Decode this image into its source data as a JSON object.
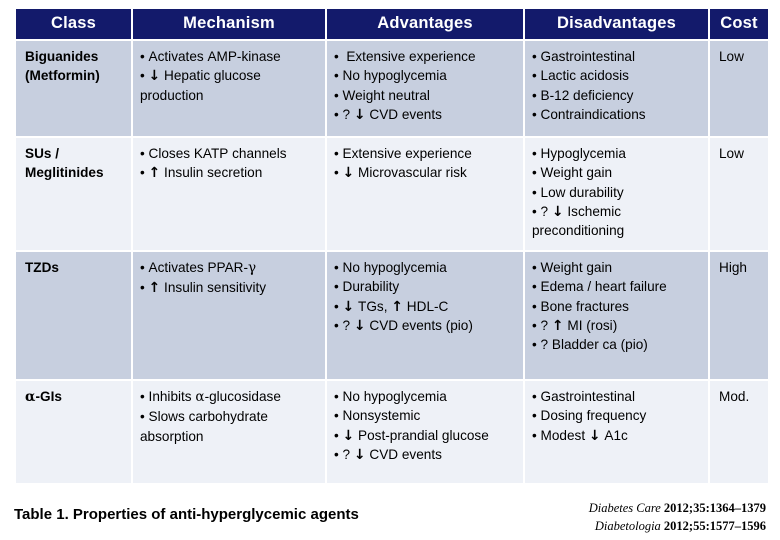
{
  "table": {
    "headers": [
      "Class",
      "Mechanism",
      "Advantages",
      "Disadvantages",
      "Cost"
    ],
    "header_bg": "#131a6b",
    "header_fg": "#ffffff",
    "row_shades": [
      "#c7cfdf",
      "#eef1f7"
    ],
    "rows": [
      {
        "class": [
          "Biguanides",
          "(Metformin)"
        ],
        "mechanism": [
          "• Activates AMP-kinase",
          "• ↓ Hepatic glucose",
          "production"
        ],
        "advantages": [
          "•  Extensive experience",
          "• No hypoglycemia",
          "• Weight neutral",
          "• ? ↓ CVD events"
        ],
        "disadvantages": [
          "• Gastrointestinal",
          "• Lactic acidosis",
          "• B-12 deficiency",
          "• Contraindications"
        ],
        "cost": "Low"
      },
      {
        "class": [
          "SUs /",
          "Meglitinides"
        ],
        "mechanism": [
          "• Closes KATP channels",
          "• ↑ Insulin secretion"
        ],
        "advantages": [
          "• Extensive experience",
          "• ↓ Microvascular risk"
        ],
        "disadvantages": [
          "• Hypoglycemia",
          "• Weight gain",
          "• Low durability",
          "• ? ↓ Ischemic",
          "preconditioning"
        ],
        "cost": "Low"
      },
      {
        "class": [
          "TZDs"
        ],
        "mechanism": [
          "• Activates PPAR-γ",
          "• ↑ Insulin sensitivity"
        ],
        "advantages": [
          "• No hypoglycemia",
          "• Durability",
          "• ↓ TGs, ↑ HDL-C",
          "• ? ↓ CVD events (pio)"
        ],
        "disadvantages": [
          "• Weight gain",
          "• Edema / heart failure",
          "• Bone fractures",
          "• ? ↑ MI (rosi)",
          "• ? Bladder ca (pio)"
        ],
        "cost": "High"
      },
      {
        "class": [
          "α-GIs"
        ],
        "mechanism": [
          "• Inhibits α-glucosidase",
          "• Slows carbohydrate",
          "absorption"
        ],
        "advantages": [
          "• No hypoglycemia",
          "• Nonsystemic",
          "• ↓ Post-prandial glucose",
          "• ? ↓ CVD events"
        ],
        "disadvantages": [
          "• Gastrointestinal",
          "• Dosing frequency",
          "• Modest ↓ A1c"
        ],
        "cost": "Mod."
      }
    ]
  },
  "caption": "Table 1. Properties of anti-hyperglycemic agents",
  "citations": [
    {
      "journal": "Diabetes Care",
      "ref": "2012;35:1364–1379"
    },
    {
      "journal": "Diabetologia",
      "ref": "2012;55:1577–1596"
    }
  ]
}
